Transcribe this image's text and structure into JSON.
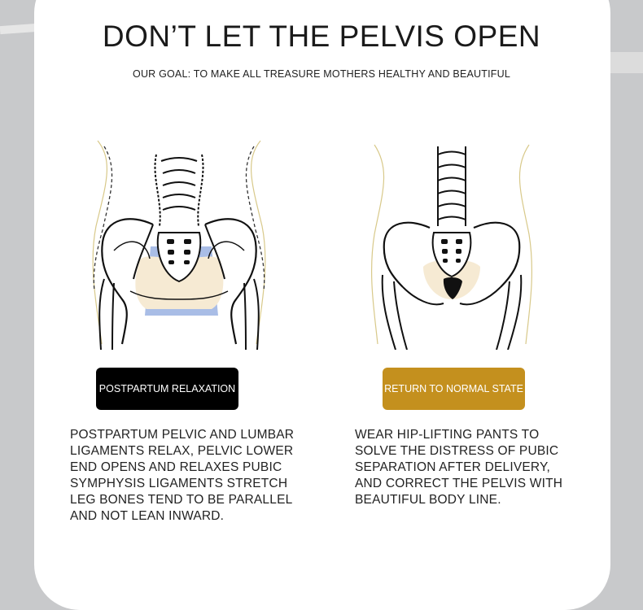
{
  "header": {
    "title": "DON’T LET THE PELVIS OPEN",
    "subtitle": "OUR GOAL: TO MAKE ALL TREASURE MOTHERS HEALTHY AND BEAUTIFUL"
  },
  "panels": [
    {
      "label": "POSTPARTUM RELAXATION",
      "label_color": "#000000",
      "description": "POSTPARTUM PELVIC AND LUMBAR\nLIGAMENTS RELAX, PELVIC LOWER\nEND OPENS AND RELAXES PUBIC\nSYMPHYSIS LIGAMENTS STRETCH\nLEG BONES TEND TO BE PARALLEL\nAND NOT LEAN INWARD."
    },
    {
      "label": "RETURN TO NORMAL STATE",
      "label_color": "#c4901e",
      "description": "WEAR HIP-LIFTING PANTS TO\nSOLVE THE DISTRESS OF PUBIC\nSEPARATION AFTER DELIVERY,\nAND CORRECT THE PELVIS WITH\nBEAUTIFUL BODY LINE."
    }
  ]
}
